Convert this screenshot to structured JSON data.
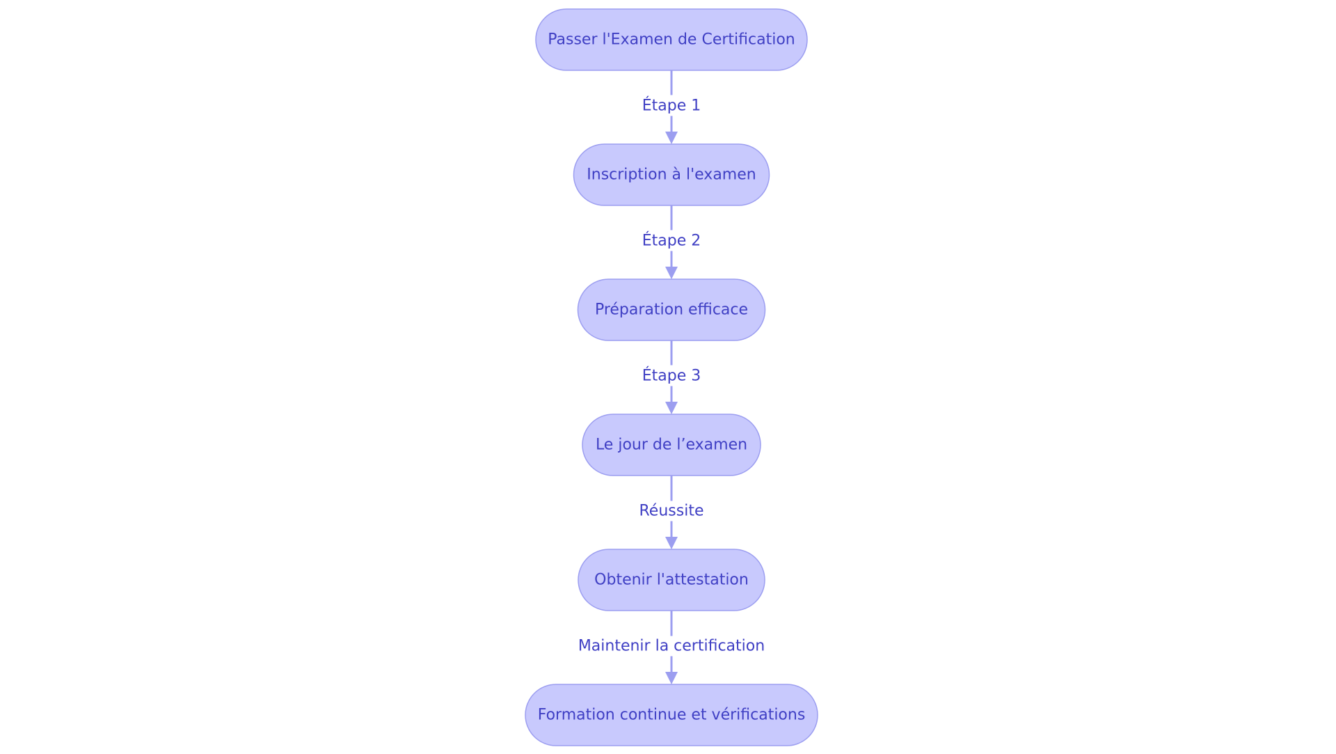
{
  "diagram": {
    "type": "flowchart",
    "direction": "top-to-bottom",
    "colors": {
      "node_fill": "#c8c9fd",
      "node_stroke": "#9c9ef0",
      "text": "#3f3fc4",
      "edge": "#9c9ef0",
      "background": "#ffffff"
    },
    "nodes": [
      {
        "id": "n1",
        "label": "Passer l'Examen de Certification"
      },
      {
        "id": "n2",
        "label": "Inscription à l'examen"
      },
      {
        "id": "n3",
        "label": "Préparation efficace"
      },
      {
        "id": "n4",
        "label": "Le jour de l’examen"
      },
      {
        "id": "n5",
        "label": "Obtenir l'attestation"
      },
      {
        "id": "n6",
        "label": "Formation continue et vérifications"
      }
    ],
    "edges": [
      {
        "from": "n1",
        "to": "n2",
        "label": "Étape 1"
      },
      {
        "from": "n2",
        "to": "n3",
        "label": "Étape 2"
      },
      {
        "from": "n3",
        "to": "n4",
        "label": "Étape 3"
      },
      {
        "from": "n4",
        "to": "n5",
        "label": "Réussite"
      },
      {
        "from": "n5",
        "to": "n6",
        "label": "Maintenir la certification"
      }
    ]
  }
}
